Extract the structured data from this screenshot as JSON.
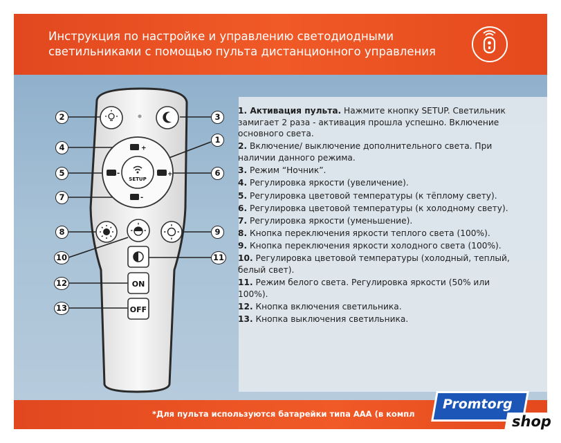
{
  "header": {
    "title": "Инструкция по настройке и управлению светодиодными светильниками с помощью пульта дистанционного управления",
    "icon": "remote-control-icon"
  },
  "remote": {
    "setup_label": "SETUP",
    "on_label": "ON",
    "off_label": "OFF",
    "callouts": [
      "1",
      "2",
      "3",
      "4",
      "5",
      "6",
      "7",
      "8",
      "9",
      "10",
      "11",
      "12",
      "13"
    ]
  },
  "instructions": [
    {
      "num": "1.",
      "text": " Активация пульта.",
      "rest": " Нажмите кнопку SETUP. Светильник замигает 2 раза - активация прошла успешно. Включение основного света."
    },
    {
      "num": "2.",
      "text": "",
      "rest": " Включение/ выключение дополнительного света. При наличии данного режима."
    },
    {
      "num": "3.",
      "text": "",
      "rest": " Режим “Ночник”."
    },
    {
      "num": "4.",
      "text": "",
      "rest": " Регулировка яркости (увеличение)."
    },
    {
      "num": "5.",
      "text": "",
      "rest": " Регулировка цветовой температуры (к тёплому свету)."
    },
    {
      "num": "6.",
      "text": "",
      "rest": " Регулировка цветовой температуры (к холодному свету)."
    },
    {
      "num": "7.",
      "text": "",
      "rest": " Регулировка яркости (уменьшение)."
    },
    {
      "num": "8.",
      "text": "",
      "rest": " Кнопка переключения яркости теплого света (100%)."
    },
    {
      "num": "9.",
      "text": "",
      "rest": " Кнопка переключения яркости холодного света (100%)."
    },
    {
      "num": "10.",
      "text": "",
      "rest": " Регулировка цветовой температуры (холодный, теплый, белый свет)."
    },
    {
      "num": "11.",
      "text": "",
      "rest": " Режим белого света. Регулировка яркости (50% или 100%)."
    },
    {
      "num": "12.",
      "text": "",
      "rest": " Кнопка включения светильника."
    },
    {
      "num": "13.",
      "text": "",
      "rest": " Кнопка выключения светильника."
    }
  ],
  "footer": {
    "text": "*Для пульта используются батарейки типа AAA (в компл"
  },
  "logo": {
    "top": "Promtorg",
    "bottom": "shop"
  },
  "colors": {
    "accent": "#f05a27",
    "background": "#a7c1d6",
    "logo_blue": "#1c56b7"
  }
}
